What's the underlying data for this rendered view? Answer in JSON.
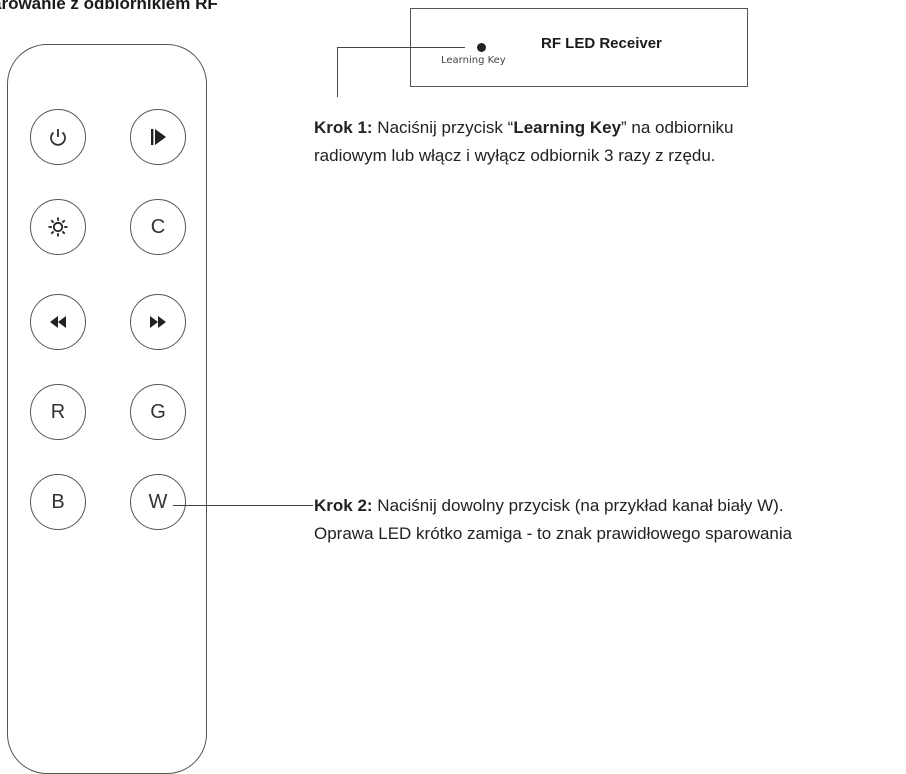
{
  "title": "arowanie z odbiornikiem RF",
  "receiver": {
    "title": "RF LED Receiver",
    "learning_label": "Learning Key"
  },
  "remote": {
    "buttons": {
      "power": "power-icon",
      "play": "play-pause-icon",
      "brightness": "brightness-icon",
      "c": "C",
      "rewind": "rewind-icon",
      "forward": "fast-forward-icon",
      "r": "R",
      "g": "G",
      "b": "B",
      "w": "W"
    }
  },
  "step1": {
    "label": "Krok 1:",
    "text_a": " Naciśnij przycisk “",
    "key": "Learning Key",
    "text_b": "” na odbiorniku",
    "line2": "radiowym lub włącz i wyłącz odbiornik 3 razy z rzędu."
  },
  "step2": {
    "label": "Krok 2:",
    "text": " Naciśnij dowolny przycisk (na przykład kanał biały W).",
    "line2": "Oprawa LED krótko zamiga - to znak prawidłowego sparowania"
  }
}
